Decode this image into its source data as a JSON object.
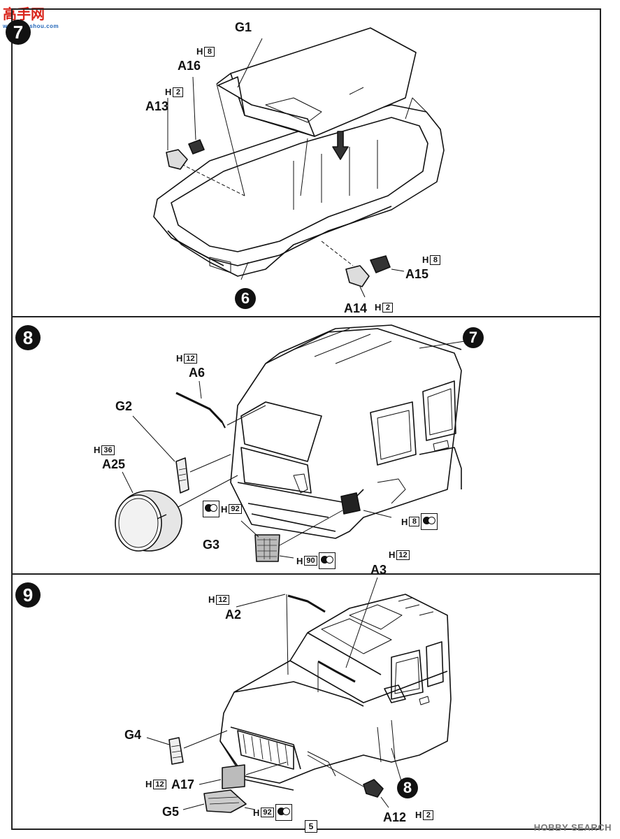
{
  "watermark_logo": {
    "main": "高手网",
    "sub": "www.gaoshou.com"
  },
  "steps": {
    "s7": "7",
    "s8": "8",
    "s9": "9",
    "ref6": "6",
    "ref7": "7",
    "ref8": "8"
  },
  "page_number": "5",
  "footer_watermark": "HOBBY SEARCH",
  "section7": {
    "G1": "G1",
    "A16": "A16",
    "A13": "A13",
    "A15": "A15",
    "A14": "A14",
    "paint_A16": "8",
    "paint_A13": "2",
    "paint_A15": "8",
    "paint_A14": "2"
  },
  "section8": {
    "A6": "A6",
    "G2": "G2",
    "A25": "A25",
    "G3": "G3",
    "paint_A6": "12",
    "paint_A25": "36",
    "paint_G3_top": "92",
    "paint_G3_bot": "90",
    "paint_light": "8"
  },
  "section9": {
    "A2": "A2",
    "A3": "A3",
    "G4": "G4",
    "A17": "A17",
    "G5": "G5",
    "A12": "A12",
    "paint_A2": "12",
    "paint_A3": "12",
    "paint_A17": "12",
    "paint_G5": "92",
    "paint_A12": "2"
  },
  "paint_prefix": "H"
}
